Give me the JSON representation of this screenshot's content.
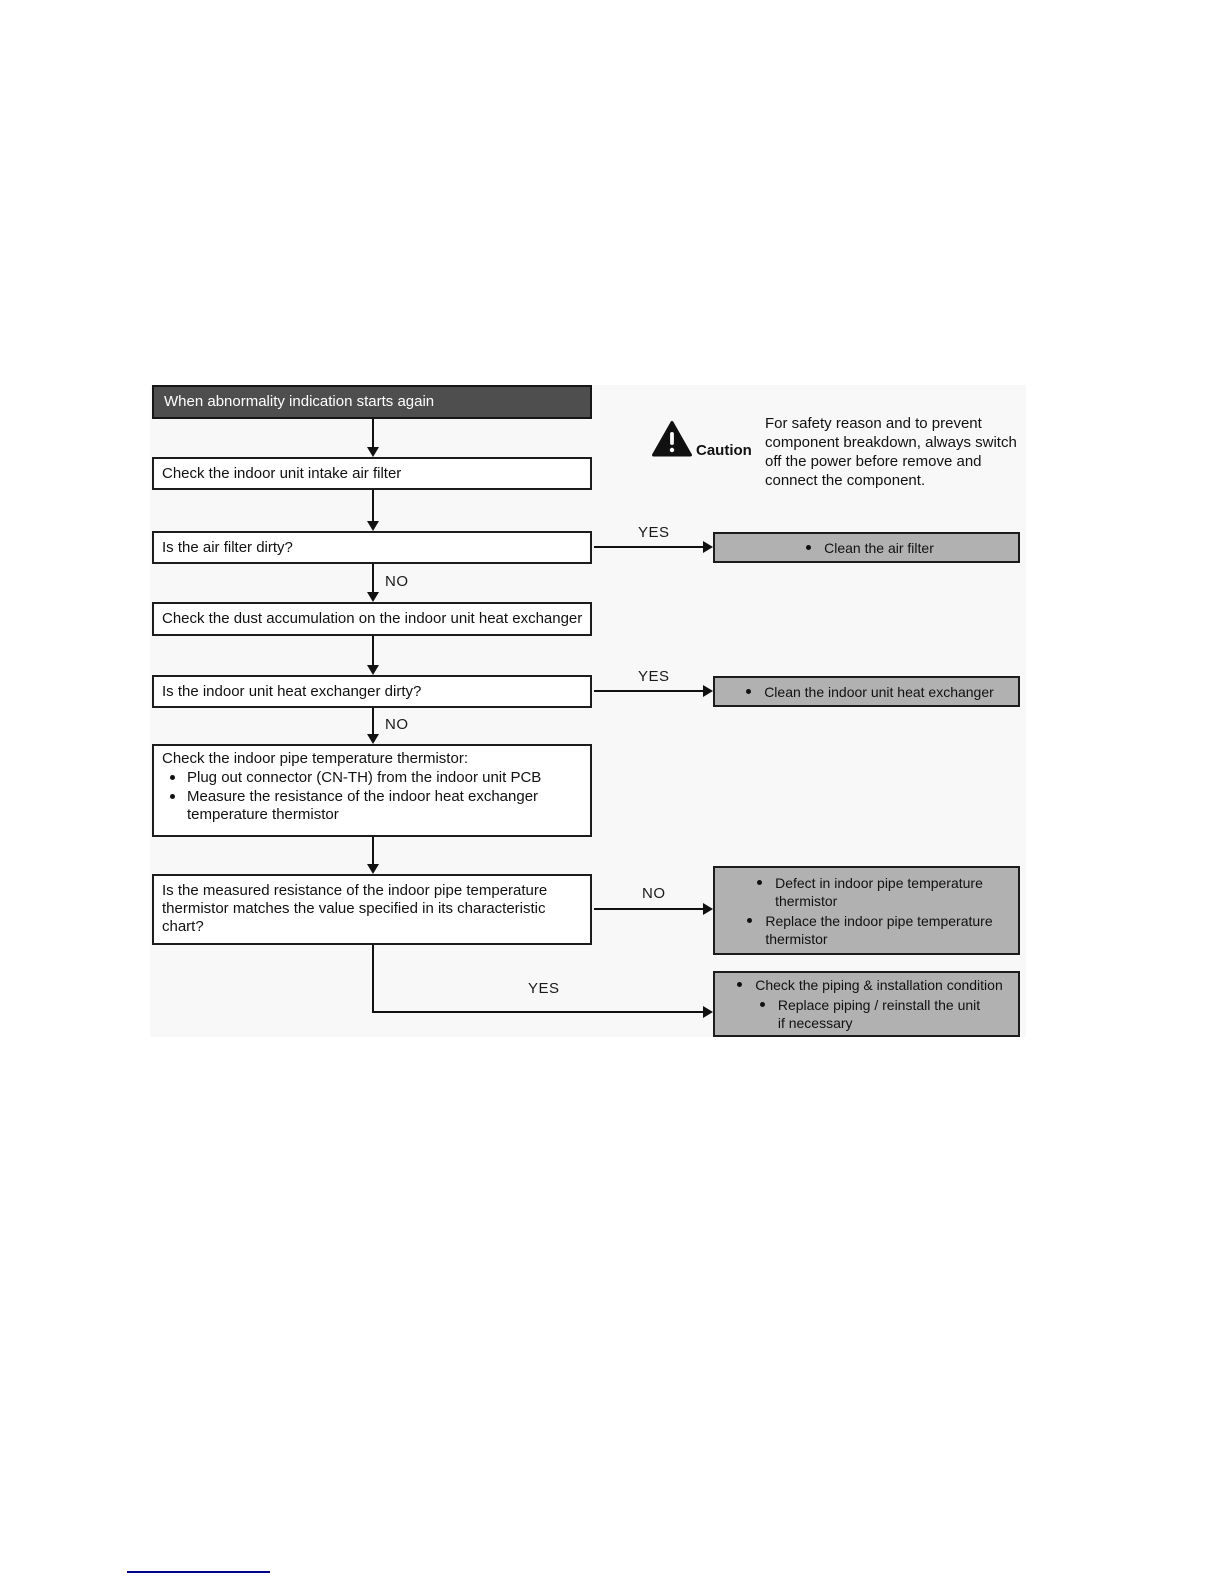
{
  "caution": {
    "icon": "warning-triangle",
    "label": "Caution",
    "text": "For safety reason and to prevent\ncomponent breakdown, always switch\noff the power before remove and\nconnect the component."
  },
  "labels": {
    "yes": "YES",
    "no": "NO"
  },
  "nodes": {
    "start": "When abnormality indication starts again",
    "check_air_filter": "Check the indoor unit intake air filter",
    "q_air_filter_dirty": "Is the air filter dirty?",
    "check_dust": "Check the dust accumulation on the indoor unit heat exchanger",
    "q_heat_exchanger_dirty": "Is the indoor unit heat exchanger dirty?",
    "check_thermistor": {
      "title": "Check the indoor pipe temperature thermistor:",
      "bullets": [
        "Plug out connector (CN-TH) from the indoor unit PCB",
        "Measure the resistance of the indoor heat exchanger\ntemperature thermistor"
      ]
    },
    "q_resistance_match": "Is the measured resistance of the indoor pipe temperature\nthermistor matches the value specified in its characteristic\nchart?",
    "action_clean_air_filter": {
      "bullets": [
        "Clean the air filter"
      ]
    },
    "action_clean_heat_exchanger": {
      "bullets": [
        "Clean the indoor unit heat exchanger"
      ]
    },
    "action_thermistor_defect": {
      "bullets": [
        "Defect in indoor pipe temperature\nthermistor",
        "Replace the indoor pipe temperature\nthermistor"
      ]
    },
    "action_piping": {
      "bullets": [
        "Check the piping & installation condition",
        "Replace piping / reinstall the unit\nif necessary"
      ]
    }
  },
  "colors": {
    "start_bg": "#4e4e4e",
    "start_text": "#ffffff",
    "action_bg": "#b1b1b1",
    "box_border": "#1c1c1c",
    "arrow": "#111111",
    "panel_bg": "#f8f8f8",
    "footer_underline": "#00008b"
  }
}
